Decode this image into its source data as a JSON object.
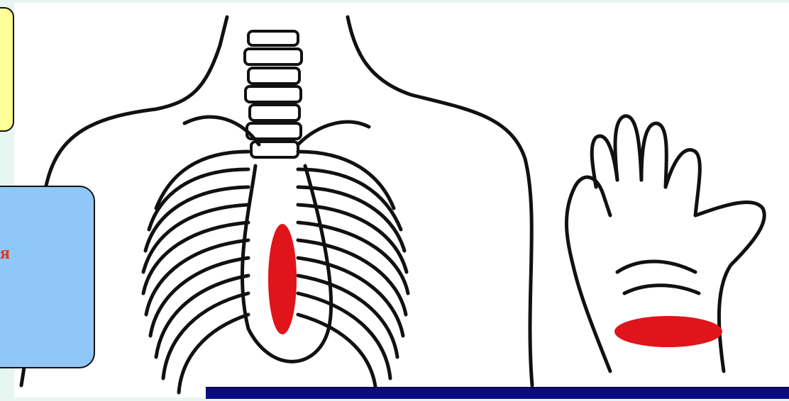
{
  "figure": {
    "description_labels": {
      "blue_callout_text": "я"
    }
  },
  "colors": {
    "background": "#e8f6f1",
    "yellow_box": "#ffff99",
    "blue_box": "#8fc8f8",
    "highlight_red": "#e0141b",
    "text_red": "#e8361a",
    "bottom_bar": "#0b0b80"
  },
  "icons": {
    "torso": "ribcage-spine-illustration",
    "hand": "open-palm-illustration"
  }
}
